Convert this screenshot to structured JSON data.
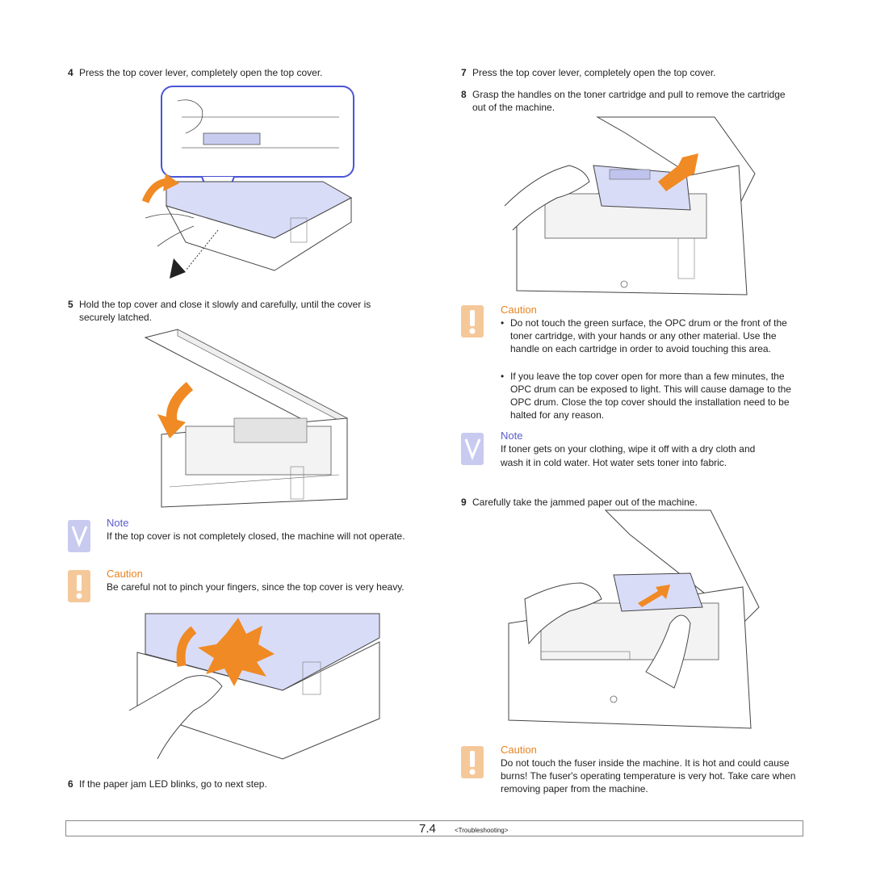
{
  "left_column": {
    "step4": {
      "number": "4",
      "text": "Press the top cover lever, completely open the top cover."
    },
    "step5": {
      "number": "5",
      "text": "Hold the top cover and close it slowly and carefully, until the cover is securely latched."
    },
    "note1": {
      "heading": "Note",
      "text": "If the top cover is not completely closed, the machine will not operate."
    },
    "caution1": {
      "heading": "Caution",
      "text": "Be careful not to pinch your fingers, since the top cover is very heavy."
    },
    "step6": {
      "number": "6",
      "text": "If the paper jam LED blinks, go to next step."
    }
  },
  "right_column": {
    "step7": {
      "number": "7",
      "text": "Press the top cover lever, completely open the top cover."
    },
    "step8": {
      "number": "8",
      "text": "Grasp the handles on the toner cartridge and pull to remove the cartridge out of the machine."
    },
    "caution2": {
      "heading": "Caution",
      "bullets": [
        "Do not touch the green surface, the OPC drum or the front of the toner cartridge, with your hands or any other material. Use the handle on each cartridge in order to avoid touching this area.",
        "If you leave the top cover open for more than a few minutes, the OPC drum can be exposed to light. This will cause damage to the OPC drum. Close the top cover should the installation need to be halted for any reason."
      ]
    },
    "note2": {
      "heading": "Note",
      "text": "If toner gets on your clothing, wipe it off with a dry cloth and wash it in cold water. Hot water sets toner into fabric."
    },
    "step9": {
      "number": "9",
      "text": "Carefully take the jammed paper out of the machine."
    },
    "caution3": {
      "heading": "Caution",
      "text": "Do not touch the fuser inside the machine. It is hot and could cause burns! The fuser's operating temperature is very hot. Take care when removing paper from the machine."
    }
  },
  "footer": {
    "page_number": "7.4",
    "section": "<Troubleshooting>"
  },
  "colors": {
    "caution": "#e8831f",
    "note": "#5a5ccc",
    "cover": "#d9dcf7",
    "arrow": "#f08a24"
  }
}
